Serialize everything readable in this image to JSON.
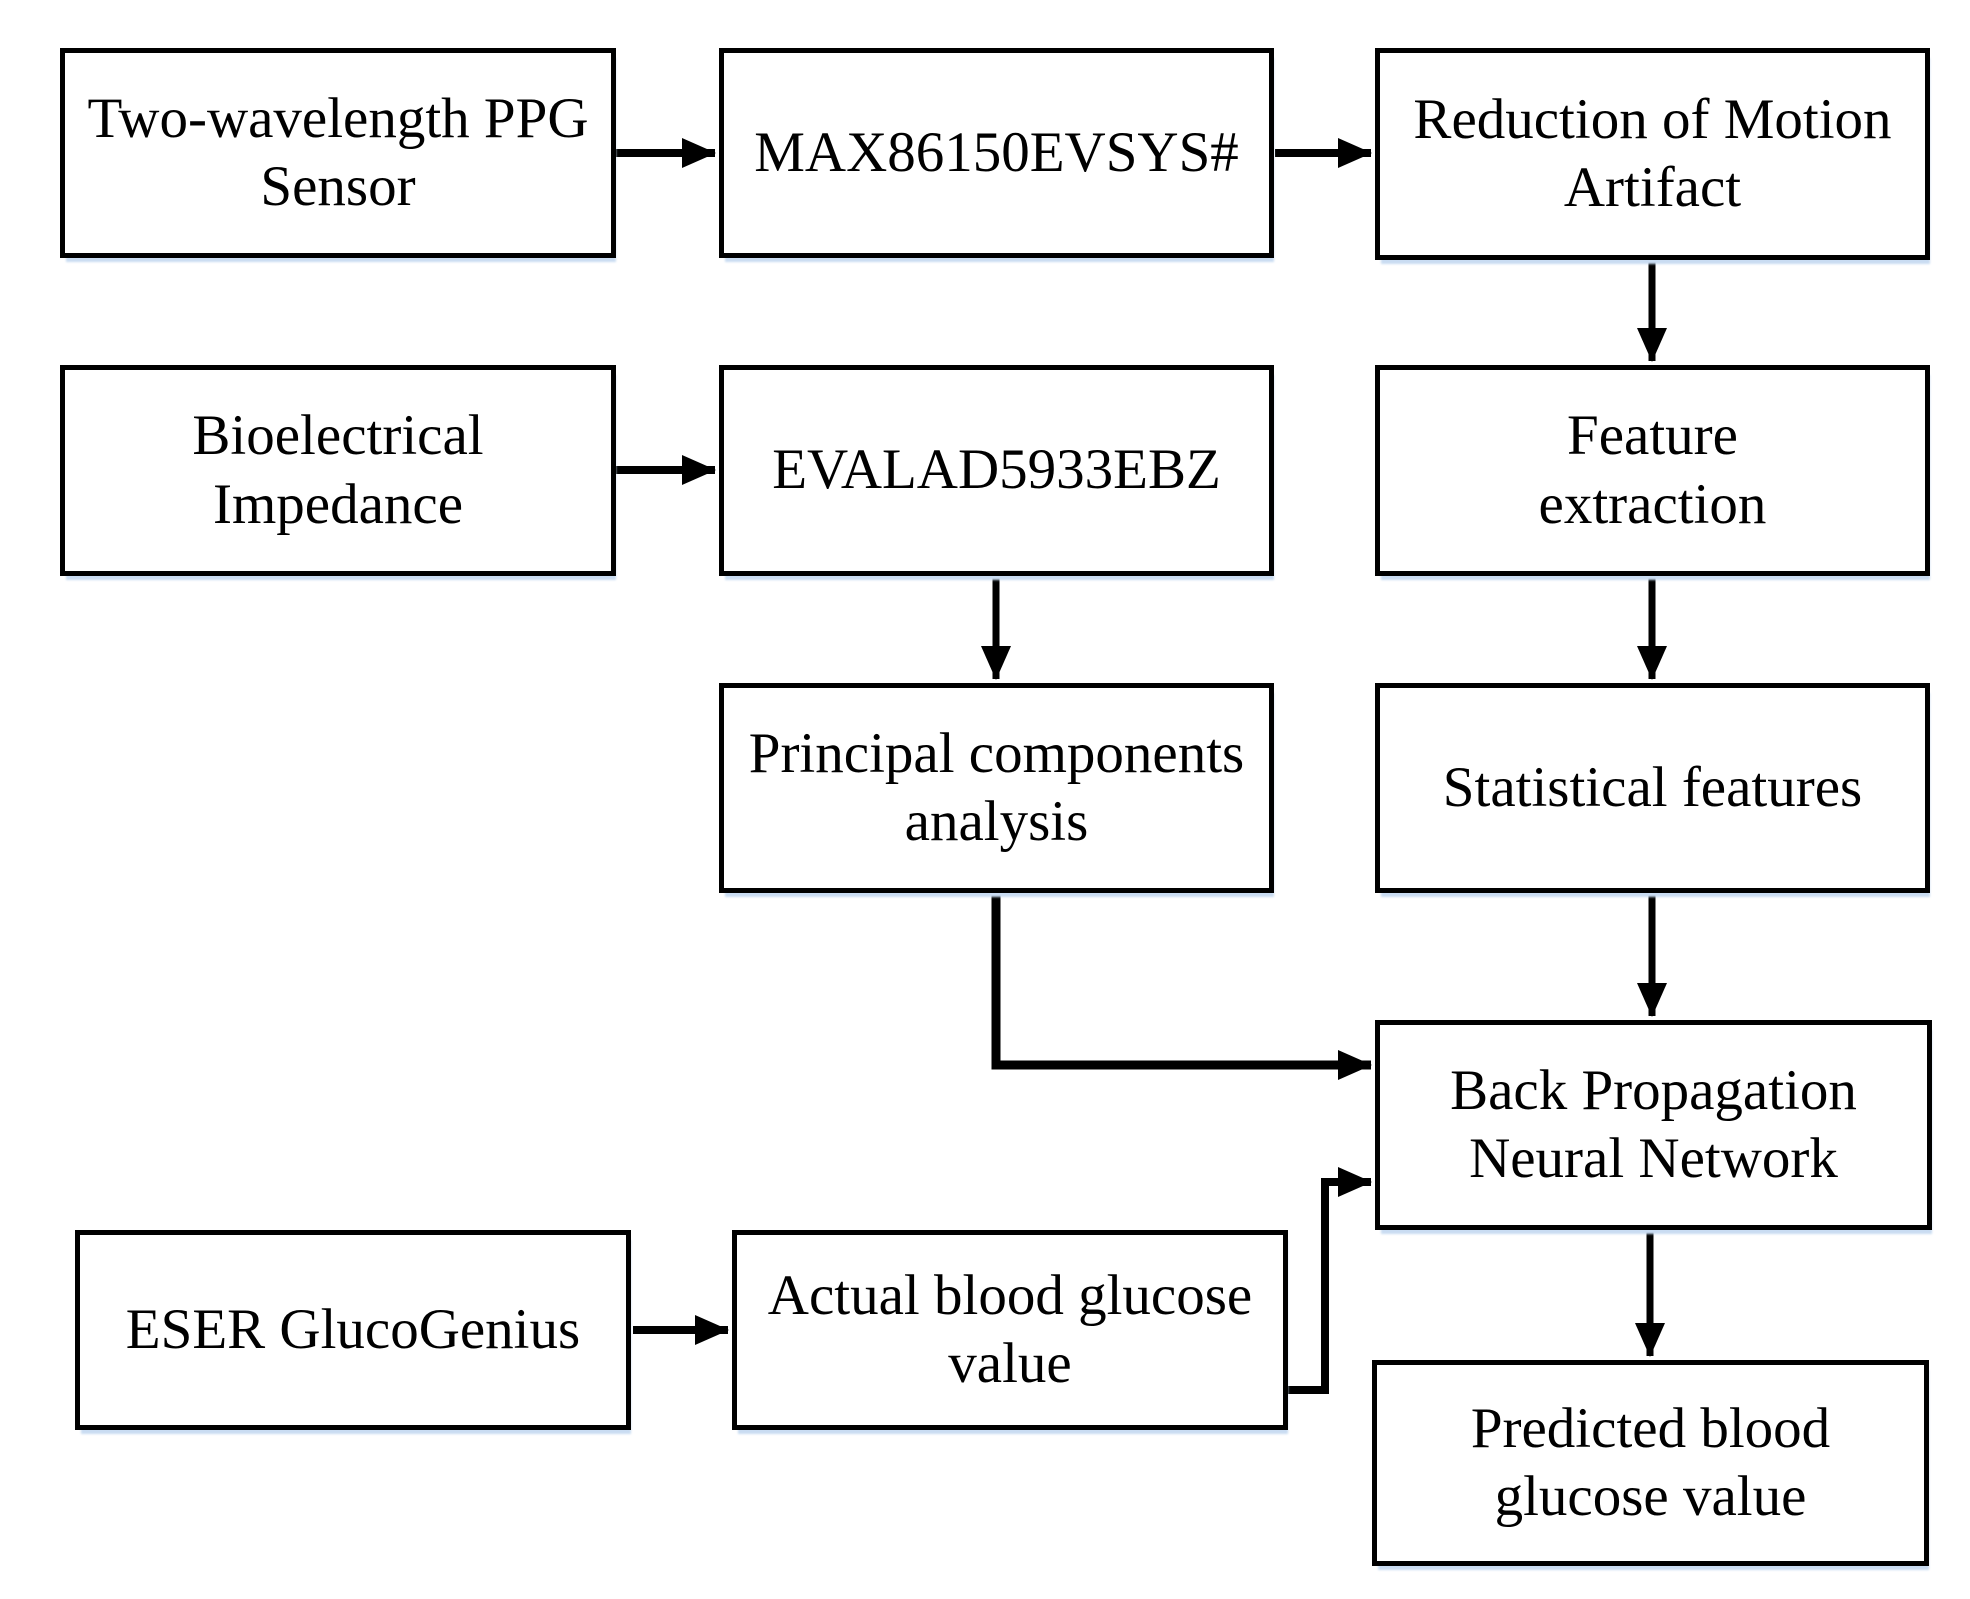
{
  "diagram": {
    "type": "flowchart",
    "background_color": "#ffffff",
    "line_color": "#000000",
    "text_color": "#000000",
    "box_fill": "#ffffff",
    "box_shadow_color": "#c9dcf2",
    "nodes": [
      {
        "id": "ppg-sensor",
        "label": "Two-wavelength PPG\nSensor"
      },
      {
        "id": "max86150",
        "label": "MAX86150EVSYS#"
      },
      {
        "id": "motion-artifact",
        "label": "Reduction of Motion\nArtifact"
      },
      {
        "id": "bioimpedance",
        "label": "Bioelectrical\nImpedance"
      },
      {
        "id": "evalad5933",
        "label": "EVALAD5933EBZ"
      },
      {
        "id": "feature-extraction",
        "label": "Feature\nextraction"
      },
      {
        "id": "pca",
        "label": "Principal components\nanalysis"
      },
      {
        "id": "statistical",
        "label": "Statistical features"
      },
      {
        "id": "bpnn",
        "label": "Back Propagation\nNeural Network"
      },
      {
        "id": "eser",
        "label": "ESER GlucoGenius"
      },
      {
        "id": "actual-glucose",
        "label": "Actual blood glucose\nvalue"
      },
      {
        "id": "predicted-glucose",
        "label": "Predicted blood\nglucose value"
      }
    ],
    "edges": [
      {
        "from": "ppg-sensor",
        "to": "max86150"
      },
      {
        "from": "max86150",
        "to": "motion-artifact"
      },
      {
        "from": "motion-artifact",
        "to": "feature-extraction"
      },
      {
        "from": "bioimpedance",
        "to": "evalad5933"
      },
      {
        "from": "evalad5933",
        "to": "pca"
      },
      {
        "from": "feature-extraction",
        "to": "statistical"
      },
      {
        "from": "pca",
        "to": "bpnn"
      },
      {
        "from": "statistical",
        "to": "bpnn"
      },
      {
        "from": "eser",
        "to": "actual-glucose"
      },
      {
        "from": "actual-glucose",
        "to": "bpnn"
      },
      {
        "from": "bpnn",
        "to": "predicted-glucose"
      }
    ]
  }
}
